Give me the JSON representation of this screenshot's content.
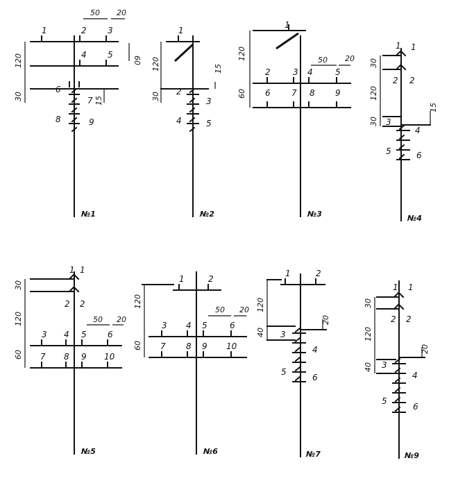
{
  "schemes": [
    {
      "caption": "№1",
      "labels": [
        "1",
        "2",
        "3",
        "4",
        "5",
        "6",
        "7",
        "8",
        "9"
      ],
      "dims": [
        "50",
        "20",
        "120",
        "60",
        "30",
        "15"
      ]
    },
    {
      "caption": "№2",
      "labels": [
        "1",
        "2",
        "3",
        "4",
        "5"
      ],
      "dims": [
        "120",
        "30",
        "15"
      ]
    },
    {
      "caption": "№3",
      "labels": [
        "1",
        "2",
        "3",
        "4",
        "5",
        "6",
        "7",
        "8",
        "9"
      ],
      "dims": [
        "120",
        "50",
        "20",
        "60"
      ]
    },
    {
      "caption": "№4",
      "labels": [
        "1",
        "1",
        "2",
        "2",
        "3",
        "4",
        "5",
        "6"
      ],
      "dims": [
        "30",
        "120",
        "30",
        "15"
      ]
    },
    {
      "caption": "№5",
      "labels": [
        "1",
        "1",
        "2",
        "2",
        "3",
        "4",
        "5",
        "6",
        "7",
        "8",
        "9",
        "10"
      ],
      "dims": [
        "30",
        "120",
        "50",
        "20",
        "60"
      ]
    },
    {
      "caption": "№6",
      "labels": [
        "1",
        "2",
        "3",
        "4",
        "5",
        "6",
        "7",
        "8",
        "9",
        "10"
      ],
      "dims": [
        "120",
        "50",
        "20",
        "60"
      ]
    },
    {
      "caption": "№7",
      "labels": [
        "1",
        "2",
        "3",
        "4",
        "5",
        "6"
      ],
      "dims": [
        "120",
        "20",
        "40"
      ]
    },
    {
      "caption": "№9",
      "labels": [
        "1",
        "1",
        "2",
        "2",
        "3",
        "4",
        "5",
        "6"
      ],
      "dims": [
        "30",
        "120",
        "40",
        "20"
      ]
    }
  ]
}
